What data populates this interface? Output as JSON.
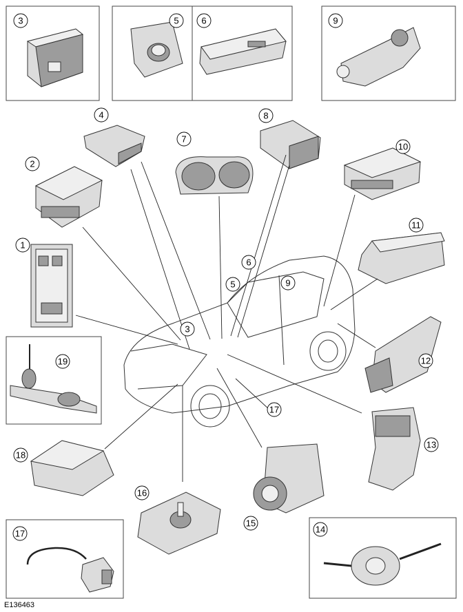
{
  "figure_ref": "E136463",
  "callouts": [
    {
      "id": "c1",
      "label": "1"
    },
    {
      "id": "c2",
      "label": "2"
    },
    {
      "id": "c3",
      "label": "3"
    },
    {
      "id": "c3b",
      "label": "3"
    },
    {
      "id": "c4",
      "label": "4"
    },
    {
      "id": "c5",
      "label": "5"
    },
    {
      "id": "c5b",
      "label": "5"
    },
    {
      "id": "c6",
      "label": "6"
    },
    {
      "id": "c6b",
      "label": "6"
    },
    {
      "id": "c7",
      "label": "7"
    },
    {
      "id": "c8",
      "label": "8"
    },
    {
      "id": "c9",
      "label": "9"
    },
    {
      "id": "c9b",
      "label": "9"
    },
    {
      "id": "c10",
      "label": "10"
    },
    {
      "id": "c11",
      "label": "11"
    },
    {
      "id": "c12",
      "label": "12"
    },
    {
      "id": "c13",
      "label": "13"
    },
    {
      "id": "c14",
      "label": "14"
    },
    {
      "id": "c15",
      "label": "15"
    },
    {
      "id": "c16",
      "label": "16"
    },
    {
      "id": "c17",
      "label": "17"
    },
    {
      "id": "c17b",
      "label": "17"
    },
    {
      "id": "c18",
      "label": "18"
    },
    {
      "id": "c19",
      "label": "19"
    }
  ]
}
